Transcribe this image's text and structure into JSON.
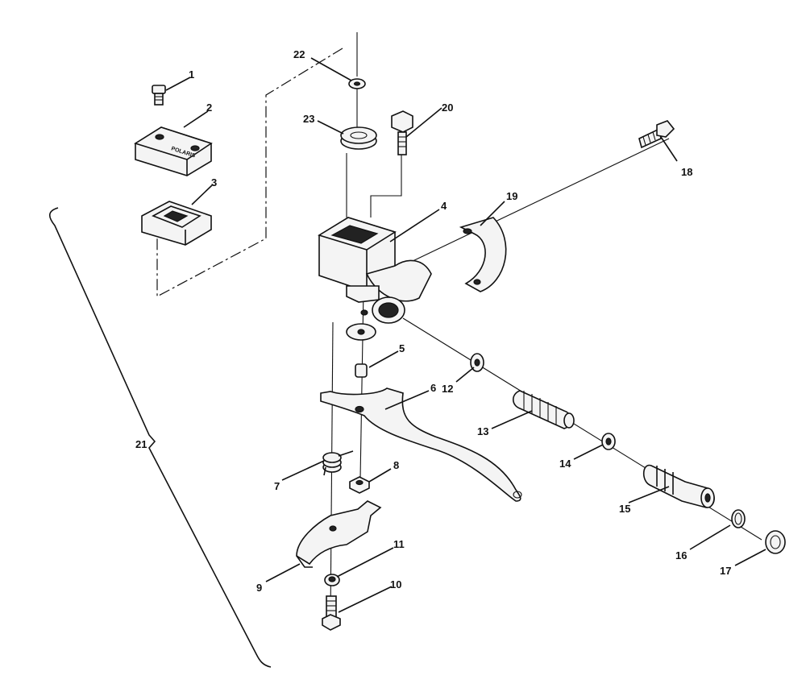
{
  "callouts": [
    "1",
    "2",
    "3",
    "4",
    "5",
    "6",
    "7",
    "8",
    "9",
    "10",
    "11",
    "12",
    "13",
    "14",
    "15",
    "16",
    "17",
    "18",
    "19",
    "20",
    "21",
    "22",
    "23"
  ],
  "logo_text": "POLARIS"
}
